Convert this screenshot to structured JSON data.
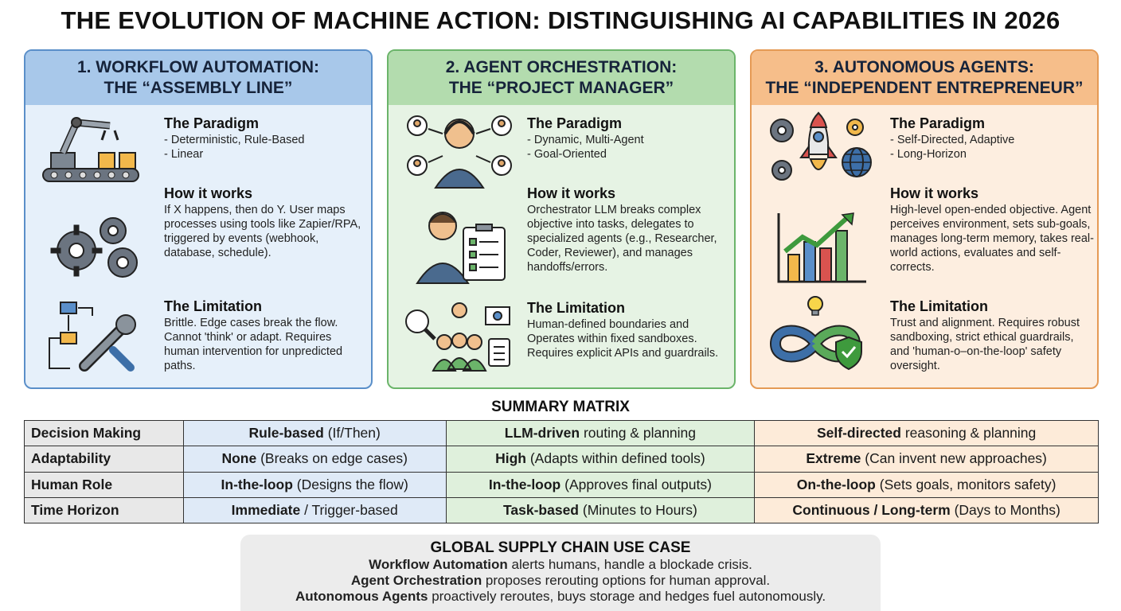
{
  "title": "THE EVOLUTION OF MACHINE ACTION: DISTINGUISHING AI CAPABILITIES IN 2026",
  "panels": [
    {
      "heading_line1": "1. WORKFLOW AUTOMATION:",
      "heading_line2": "THE “ASSEMBLY LINE”",
      "paradigm_title": "The Paradigm",
      "paradigm_lines": [
        "- Deterministic, Rule-Based",
        "- Linear"
      ],
      "how_title": "How it works",
      "how_text": "If X happens, then do Y. User maps processes using tools like Zapier/RPA, triggered by events (webhook, database, schedule).",
      "limit_title": "The Limitation",
      "limit_text": "Brittle. Edge cases break the flow. Cannot 'think' or adapt. Requires human intervention for unpredicted paths."
    },
    {
      "heading_line1": "2. AGENT ORCHESTRATION:",
      "heading_line2": "THE “PROJECT MANAGER”",
      "paradigm_title": "The Paradigm",
      "paradigm_lines": [
        "- Dynamic, Multi-Agent",
        "- Goal-Oriented"
      ],
      "how_title": "How it works",
      "how_text": "Orchestrator LLM breaks complex objective into tasks, delegates to specialized agents (e.g., Researcher, Coder, Reviewer), and manages handoffs/errors.",
      "limit_title": "The Limitation",
      "limit_text": "Human-defined boundaries and Operates within fixed sandboxes. Requires explicit APIs and guardrails."
    },
    {
      "heading_line1": "3. AUTONOMOUS AGENTS:",
      "heading_line2": "THE “INDEPENDENT ENTREPRENEUR”",
      "paradigm_title": "The Paradigm",
      "paradigm_lines": [
        "- Self-Directed, Adaptive",
        "- Long-Horizon"
      ],
      "how_title": "How it works",
      "how_text": "High-level open-ended objective. Agent perceives environment, sets sub-goals, manages long-term memory, takes real-world actions, evaluates and self-corrects.",
      "limit_title": "The Limitation",
      "limit_text": "Trust and alignment. Requires robust sandboxing, strict ethical guardrails, and 'human-o–on-the-loop' safety oversight."
    }
  ],
  "matrix": {
    "title": "SUMMARY MATRIX",
    "rows": [
      {
        "label": "Decision Making",
        "c1_bold": "Rule-based",
        "c1_rest": " (If/Then)",
        "c2_bold": "LLM-driven",
        "c2_rest": " routing & planning",
        "c3_bold": "Self-directed",
        "c3_rest": " reasoning & planning"
      },
      {
        "label": "Adaptability",
        "c1_bold": "None",
        "c1_rest": " (Breaks on edge cases)",
        "c2_bold": "High",
        "c2_rest": " (Adapts within defined tools)",
        "c3_bold": "Extreme",
        "c3_rest": " (Can invent new approaches)"
      },
      {
        "label": "Human Role",
        "c1_bold": "In-the-loop",
        "c1_rest": " (Designs the flow)",
        "c2_bold": "In-the-loop",
        "c2_rest": " (Approves final outputs)",
        "c3_bold": "On-the-loop",
        "c3_rest": " (Sets goals, monitors safety)"
      },
      {
        "label": "Time Horizon",
        "c1_bold": "Immediate",
        "c1_rest": " / Trigger-based",
        "c2_bold": "Task-based",
        "c2_rest": " (Minutes to Hours)",
        "c3_bold": "Continuous / Long-term",
        "c3_rest": " (Days to Months)"
      }
    ]
  },
  "usecase": {
    "title": "GLOBAL SUPPLY CHAIN USE CASE",
    "lines": [
      {
        "bold": "Workflow Automation",
        "rest": " alerts humans, handle a blockade crisis."
      },
      {
        "bold": "Agent Orchestration",
        "rest": " proposes rerouting options for human approval."
      },
      {
        "bold": "Autonomous Agents",
        "rest": " proactively reroutes, buys storage and hedges fuel autonomously."
      }
    ]
  },
  "colors": {
    "panel1_accent": "#a8c8ea",
    "panel2_accent": "#b3dcae",
    "panel3_accent": "#f6be8a"
  },
  "icons": {
    "panel1": [
      "robot-arm-conveyor-icon",
      "gears-icon",
      "flowchart-wrench-icon"
    ],
    "panel2": [
      "headset-manager-icon",
      "clipboard-manager-icon",
      "team-search-icon"
    ],
    "panel3": [
      "rocket-gears-globe-icon",
      "growth-chart-icon",
      "infinity-shield-icon"
    ]
  }
}
